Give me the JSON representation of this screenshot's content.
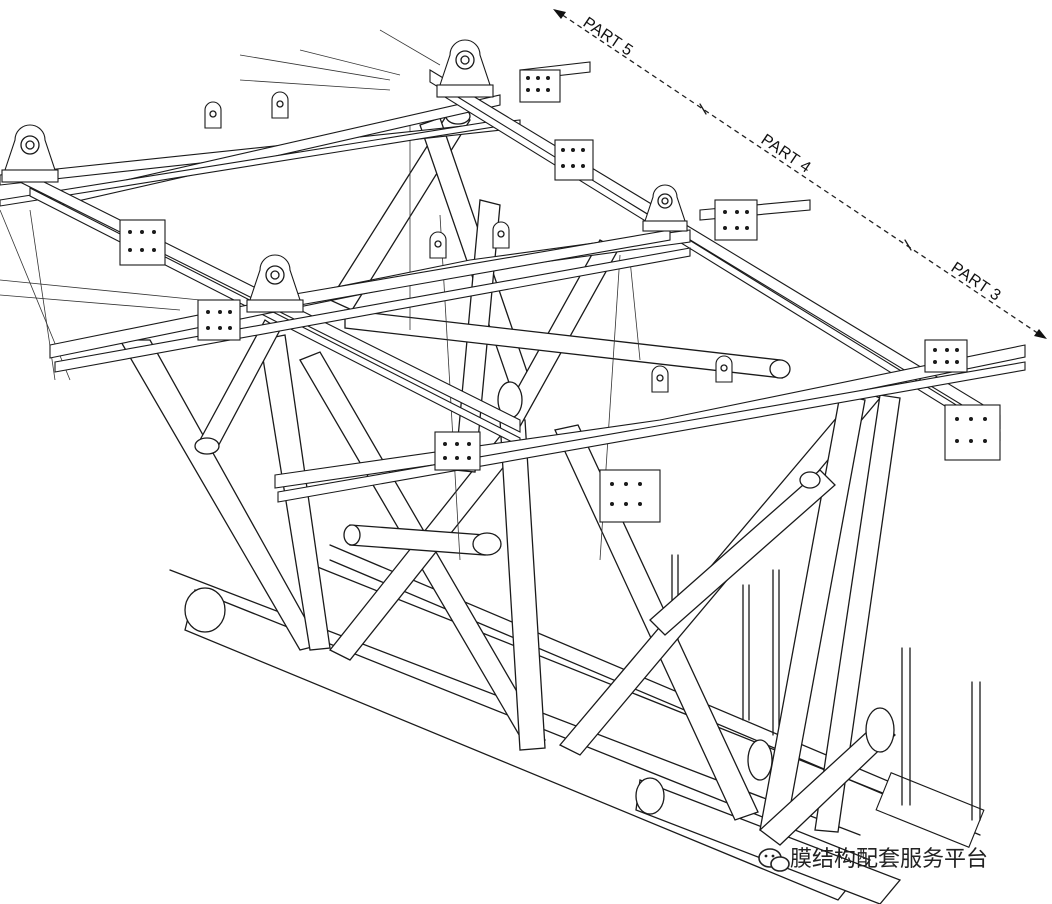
{
  "figure": {
    "labels": [
      "PART 5",
      "PART 4",
      "PART 3"
    ]
  },
  "watermark": {
    "text": "膜结构配套服务平台",
    "icon": "wechat-icon"
  }
}
